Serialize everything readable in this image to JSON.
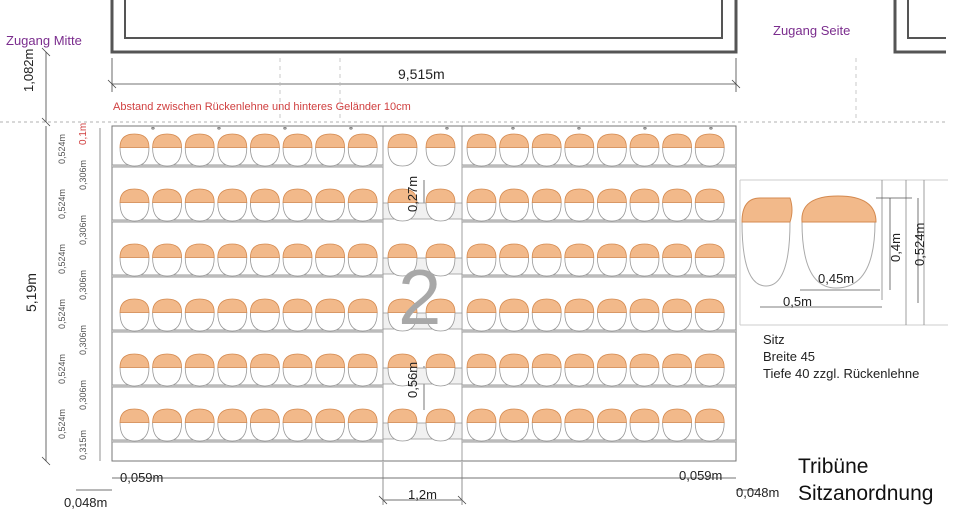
{
  "labels": {
    "zugang_mitte": "Zugang Mitte",
    "zugang_seite": "Zugang Seite",
    "note_abstand": "Abstand zwischen Rückenlehne und hinteres Geländer 10cm",
    "section_number": "2"
  },
  "dimensions": {
    "total_width": "9,515m",
    "top_offset": "1,082m",
    "total_depth": "5,19m",
    "row_depth": "0,524m",
    "seat_gap": "0,306m",
    "last_gap": "0,315m",
    "rail_gap": "0,1m",
    "edge_left": "0,059m",
    "edge_right": "0,059m",
    "outer_left": "0,048m",
    "outer_right": "0,048m",
    "aisle_width": "1,2m",
    "step_upper": "0,27m",
    "step_lower": "0,56m"
  },
  "detail": {
    "seat_depth": "0,4m",
    "row_depth": "0,524m",
    "seat_width": "0,45m",
    "seat_pitch": "0,5m"
  },
  "seat_spec": {
    "heading": "Sitz",
    "width": "Breite 45",
    "depth": "Tiefe 40 zzgl. Rückenlehne"
  },
  "title": {
    "line1": "Tribüne",
    "line2": "Sitzanordnung"
  },
  "layout": {
    "rows": 6,
    "seats_left_block": 8,
    "seats_center_block": 2,
    "seats_right_block": 8
  },
  "colors": {
    "backrest": "#f2b98a",
    "backrest_stroke": "#d48a50",
    "seat_outline": "#999999",
    "accent_purple": "#7b2d8e",
    "note_red": "#d04040"
  }
}
